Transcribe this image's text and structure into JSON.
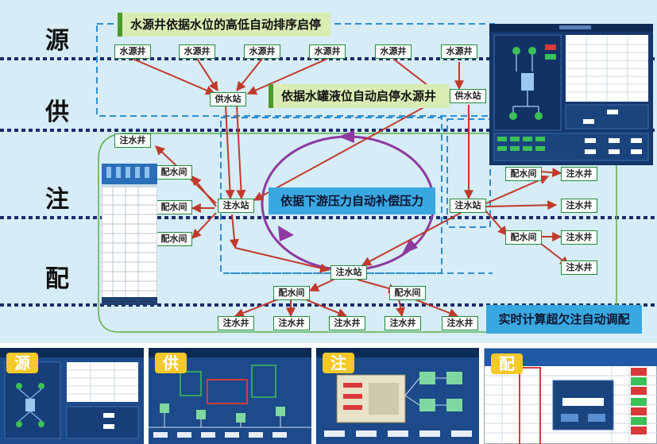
{
  "stages": [
    "源",
    "供",
    "注",
    "配"
  ],
  "nodes": {
    "source_well": "水源井",
    "supply_station": "供水站",
    "injection_station": "注水站",
    "distribution_room": "配水间",
    "injection_well": "注水井"
  },
  "banners": {
    "source_sequence": "水源井依据水位的高低自动排序启停",
    "tank_level": "依据水罐液位自动启停水源井",
    "pressure_compensation": "依据下游压力自动补偿压力",
    "injection_allocation": "实时计算超欠注自动调配"
  },
  "thumbnails": [
    {
      "tag": "源"
    },
    {
      "tag": "供"
    },
    {
      "tag": "注"
    },
    {
      "tag": "配"
    }
  ],
  "colors": {
    "panel_bg": "#d6ecf6",
    "node_border": "#1f8a3a",
    "arrow": "#c0392b",
    "dash": "#2f8fd0",
    "purple": "#8e3aa0",
    "banner_green": "#d9ecb4",
    "banner_blue": "#3aa8e0",
    "screen_navy": "#14386e",
    "tag_yellow": "#f6c928"
  }
}
